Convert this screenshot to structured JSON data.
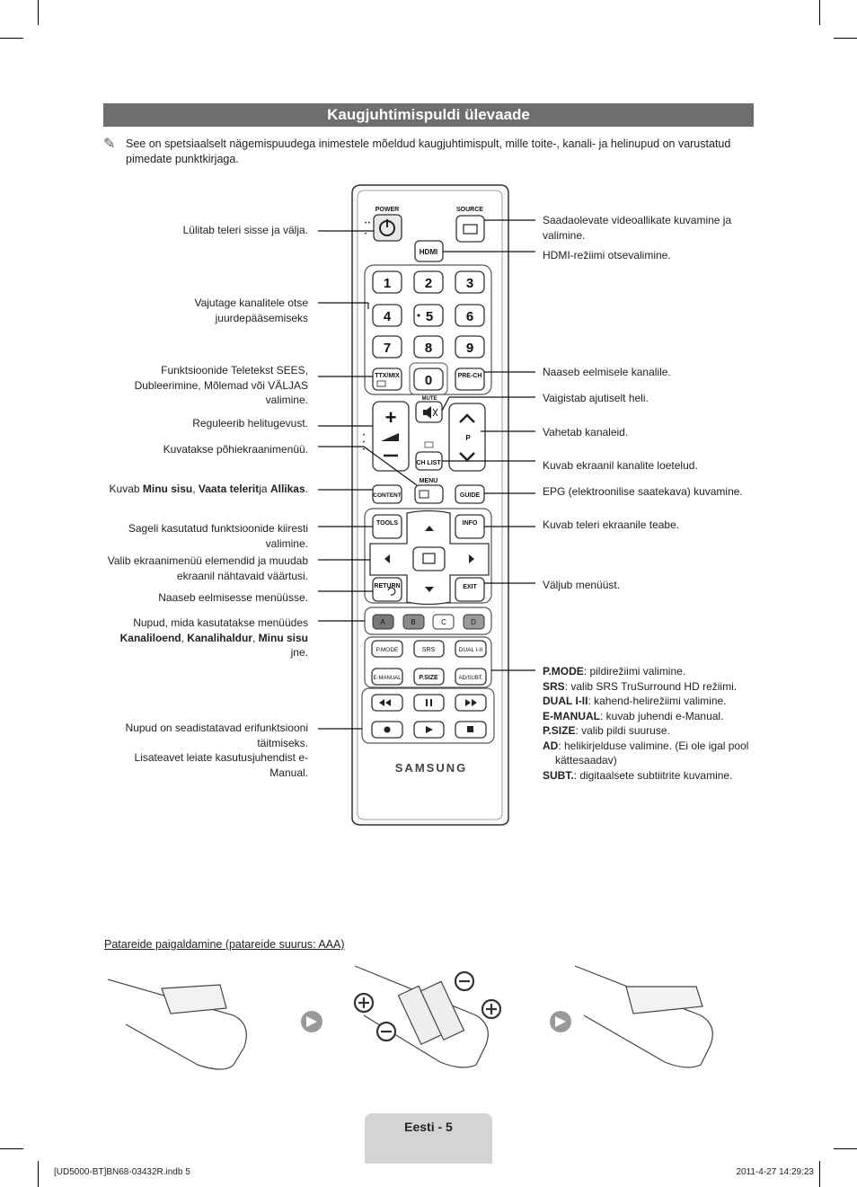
{
  "header": {
    "title": "Kaugjuhtimispuldi ülevaade"
  },
  "note": {
    "icon": "pencil-note-icon",
    "text": "See on spetsiaalselt nägemispuudega inimestele mõeldud kaugjuhtimispult, mille toite-, kanali- ja helinupud on varustatud pimedate punktkirjaga."
  },
  "remote": {
    "labels": {
      "power": "POWER",
      "source": "SOURCE",
      "hdmi": "HDMI",
      "digits": [
        "1",
        "2",
        "3",
        "4",
        "5",
        "6",
        "7",
        "8",
        "9"
      ],
      "zero": "0",
      "ttx": "TTX/MIX",
      "prech": "PRE-CH",
      "mute": "MUTE",
      "p": "P",
      "chlist": "CH LIST",
      "menu": "MENU",
      "content": "CONTENT",
      "guide": "GUIDE",
      "tools": "TOOLS",
      "info": "INFO",
      "return": "RETURN",
      "exit": "EXIT",
      "a": "A",
      "b": "B",
      "c": "C",
      "d": "D",
      "pmode": "P.MODE",
      "srs": "SRS",
      "dual": "DUAL I-II",
      "emanual": "E-MANUAL",
      "psize": "P.SIZE",
      "adsubt": "AD/SUBT.",
      "brand": "SAMSUNG"
    }
  },
  "callouts_left": {
    "power": "Lülitab teleri sisse ja välja.",
    "digits": "Vajutage kanalitele otse juurdepääsemiseks",
    "ttx": "Funktsioonide Teletekst SEES, Dubleerimine, Mõlemad või VÄLJAS valimine.",
    "volume": "Reguleerib helitugevust.",
    "menu": "Kuvatakse põhiekraanimenüü.",
    "content_prefix": "Kuvab ",
    "content_b1": "Minu sisu",
    "content_sep": ", ",
    "content_b2": "Vaata telerit",
    "content_mid": "ja ",
    "content_b3": "Allikas",
    "content_end": ".",
    "tools": "Sageli kasutatud funktsioonide kiiresti valimine.",
    "nav": "Valib ekraanimenüü elemendid ja muudab ekraanil nähtavaid väärtusi.",
    "return": "Naaseb eelmisesse menüüsse.",
    "color_prefix": "Nupud, mida kasutatakse menüüdes ",
    "color_b1": "Kanaliloend",
    "color_sep1": ", ",
    "color_b2": "Kanalihaldur",
    "color_sep2": ", ",
    "color_b3": "Minu sisu",
    "color_end": " jne.",
    "media_1": "Nupud on seadistatavad erifunktsiooni täitmiseks.",
    "media_2": "Lisateavet leiate kasutusjuhendist e-Manual."
  },
  "callouts_right": {
    "source": "Saadaolevate videoallikate kuvamine ja valimine.",
    "hdmi": "HDMI-režiimi otsevalimine.",
    "prech": "Naaseb eelmisele kanalile.",
    "mute": "Vaigistab ajutiselt heli.",
    "channel": "Vahetab kanaleid.",
    "chlist": "Kuvab ekraanil kanalite loetelud.",
    "guide": "EPG (elektroonilise saatekava) kuvamine.",
    "info": "Kuvab teleri ekraanile teabe.",
    "exit": "Väljub menüüst.",
    "func": [
      {
        "key": "P.MODE",
        "text": ": pildirežiimi valimine."
      },
      {
        "key": "SRS",
        "text": ": valib SRS TruSurround HD režiimi."
      },
      {
        "key": "DUAL I-II",
        "text": ": kahend-helirežiimi valimine."
      },
      {
        "key": "E-MANUAL",
        "text": ": kuvab juhendi e-Manual."
      },
      {
        "key": "P.SIZE",
        "text": ": valib pildi suuruse."
      },
      {
        "key": "AD",
        "text": ": helikirjelduse valimine. (Ei ole igal pool"
      },
      {
        "key": "",
        "text": "kättesaadav)"
      },
      {
        "key": "SUBT.",
        "text": ": digitaalsete subtiitrite kuvamine."
      }
    ]
  },
  "battery": {
    "title": "Patareide paigaldamine (patareide suurus: AAA)"
  },
  "footer": {
    "page": "Eesti - 5",
    "file": "[UD5000-BT]BN68-03432R.indb   5",
    "date": "2011-4-27   14:29:23"
  }
}
